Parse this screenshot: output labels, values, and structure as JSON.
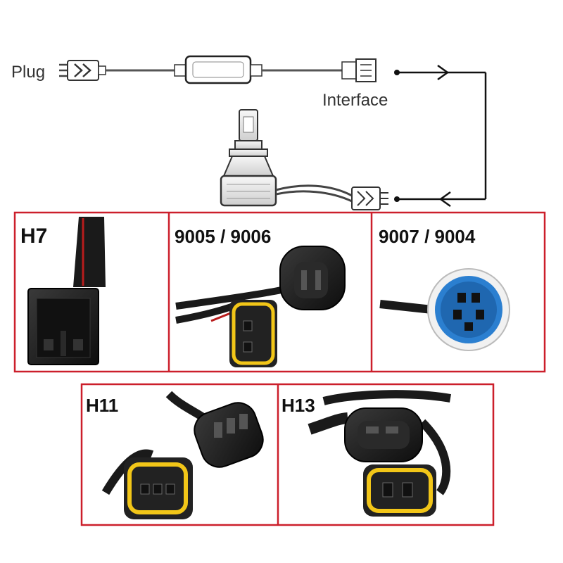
{
  "diagram": {
    "labels": {
      "plug": "Plug",
      "interface": "Interface"
    },
    "panels": [
      {
        "name": "H7"
      },
      {
        "name": "9005 / 9006"
      },
      {
        "name": "9007 / 9004"
      },
      {
        "name": "H11"
      },
      {
        "name": "H13"
      }
    ]
  },
  "colors": {
    "frame": "#cc1f2b",
    "wire": "#2b2b2b",
    "connector_black": "#1c1c1c",
    "seal_yellow": "#f2c618",
    "housing_blue": "#2b7fd0",
    "bulb_white": "#f1f1f1"
  },
  "icons": [
    "plug-icon",
    "decoder-box-icon",
    "led-bulb-icon",
    "connector-icon",
    "arrow-right-icon",
    "arrow-left-icon"
  ]
}
